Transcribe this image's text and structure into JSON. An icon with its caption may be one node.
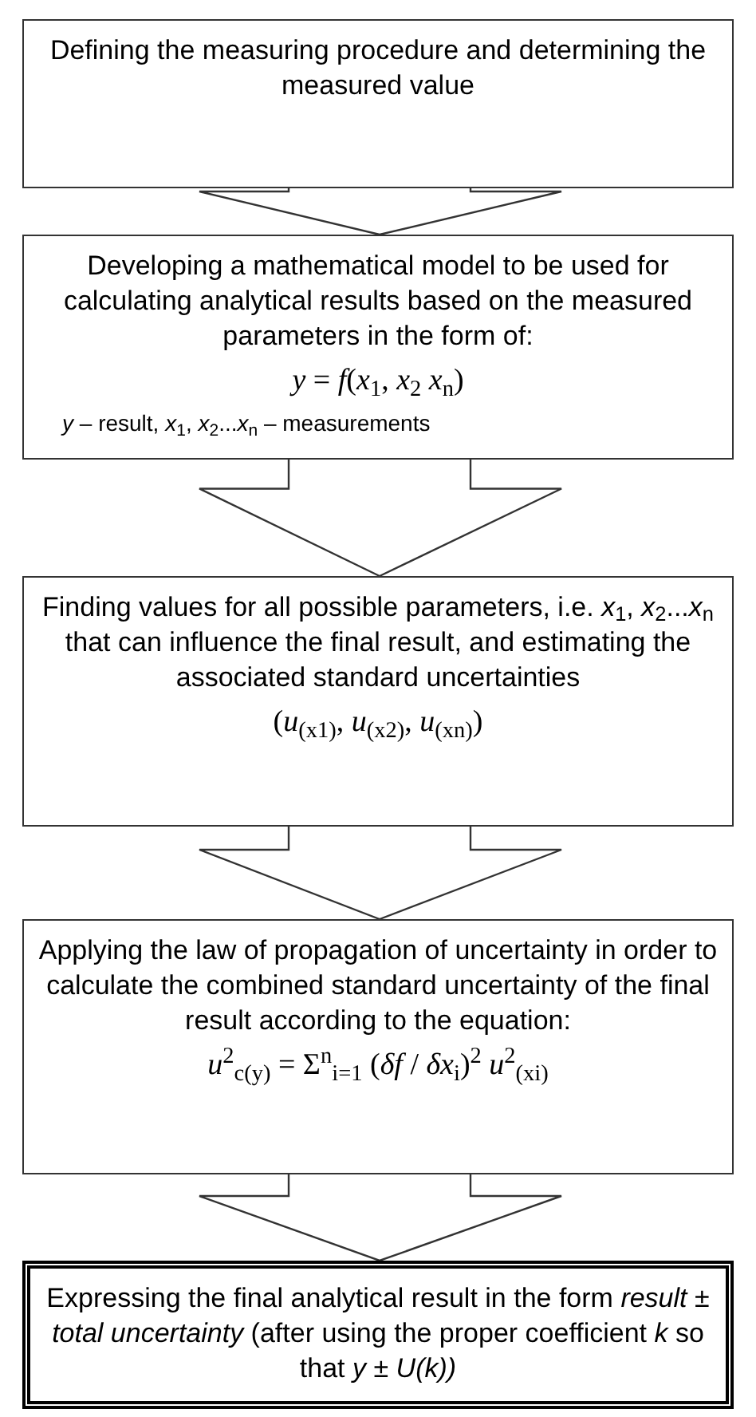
{
  "diagram": {
    "nodes": [
      {
        "text": [
          "Defining the measuring procedure and determining the measured value"
        ]
      },
      {
        "text": [
          "Developing a mathematical model to be used for calculating analytical results based on the measured parameters in the form of:",
          "*y* = *f*(*x*$_{1}$, *x*$_{2}$   *x*$_{n}$)",
          "*y* – result, *x*$_{1}$, *x*$_{2}$...*x*$_{n}$ – measurements"
        ]
      },
      {
        "text": [
          "Finding values for all possible parameters, i.e. *x*$_{1}$, *x*$_{2}$...*x*$_{n}$ that can influence the final result, and estimating the associated standard uncertainties",
          "(*u*$_{(x1)}$, *u*$_{(x2)}$, *u*$_{(xn)}$)"
        ]
      },
      {
        "text": [
          "Applying the law of propagation of uncertainty in order to calculate the combined standard uncertainty of the final result according to the equation:",
          "*u*$^{2}$$_{c(y)}$ = Σ$^{n}$$_{i=1}$ (*δf* / *δx*$_{i}$)$^{2}$ *u*$^{2}$$_{(xi)}$"
        ]
      },
      {
        "text": [
          "Expressing the final analytical result in the form *result ± total uncertainty* (after using the proper coefficient *k* so that *y ± U(k))*"
        ]
      }
    ],
    "edges": [
      {
        "from": 0,
        "to": 1,
        "arrow": "to"
      },
      {
        "from": 1,
        "to": 2,
        "arrow": "to"
      },
      {
        "from": 2,
        "to": 3,
        "arrow": "to"
      },
      {
        "from": 3,
        "to": 4,
        "arrow": "to"
      }
    ]
  }
}
